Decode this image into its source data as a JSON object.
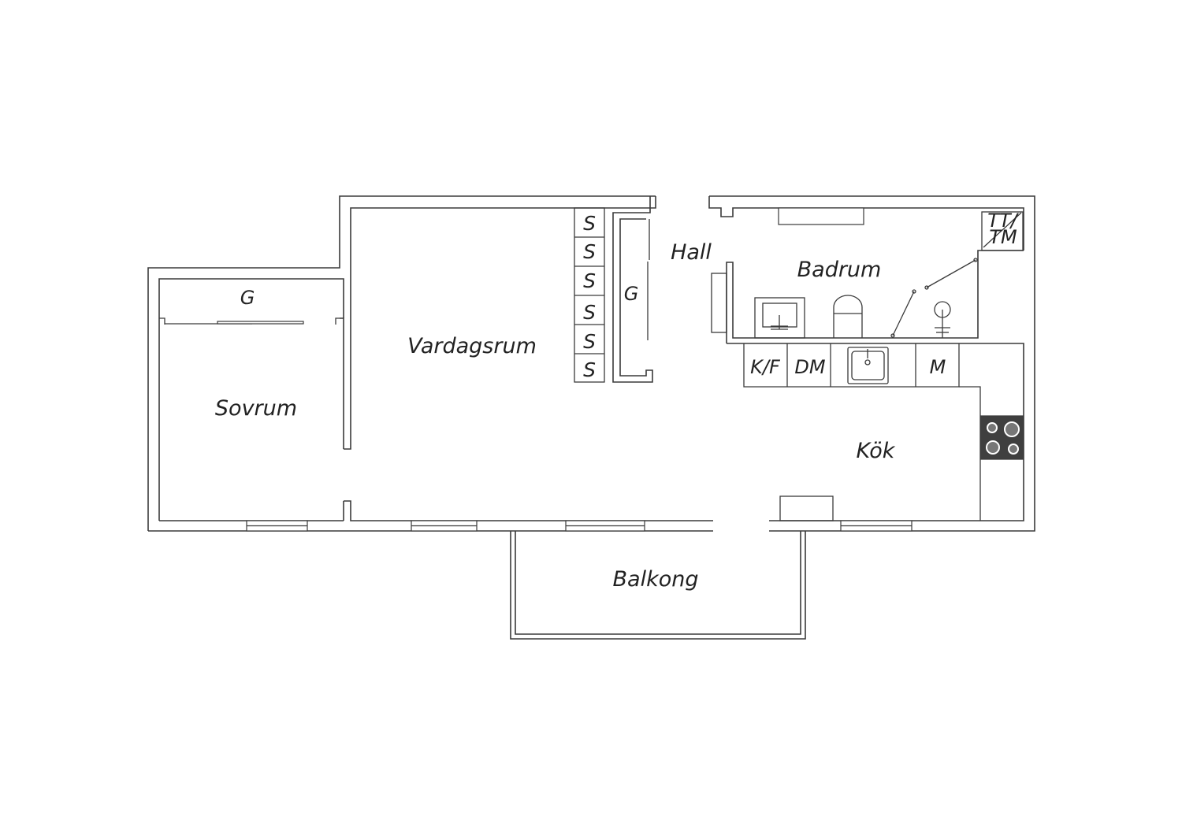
{
  "rooms": {
    "sovrum": "Sovrum",
    "vardagsrum": "Vardagsrum",
    "hall": "Hall",
    "badrum": "Badrum",
    "kok": "Kök",
    "balkong": "Balkong"
  },
  "closets": {
    "bedroom_wardrobe": "G",
    "hall_wardrobe": "G",
    "shelves": [
      "S",
      "S",
      "S",
      "S",
      "S",
      "S"
    ]
  },
  "appliances": {
    "washer_dryer_top": "TT/",
    "washer_dryer_bottom": "TM",
    "fridge_freezer": "K/F",
    "dishwasher": "DM",
    "microwave": "M"
  },
  "icons": [
    "sink-icon",
    "toilet-icon",
    "shower-icon",
    "kitchen-sink-icon",
    "stove-icon"
  ]
}
